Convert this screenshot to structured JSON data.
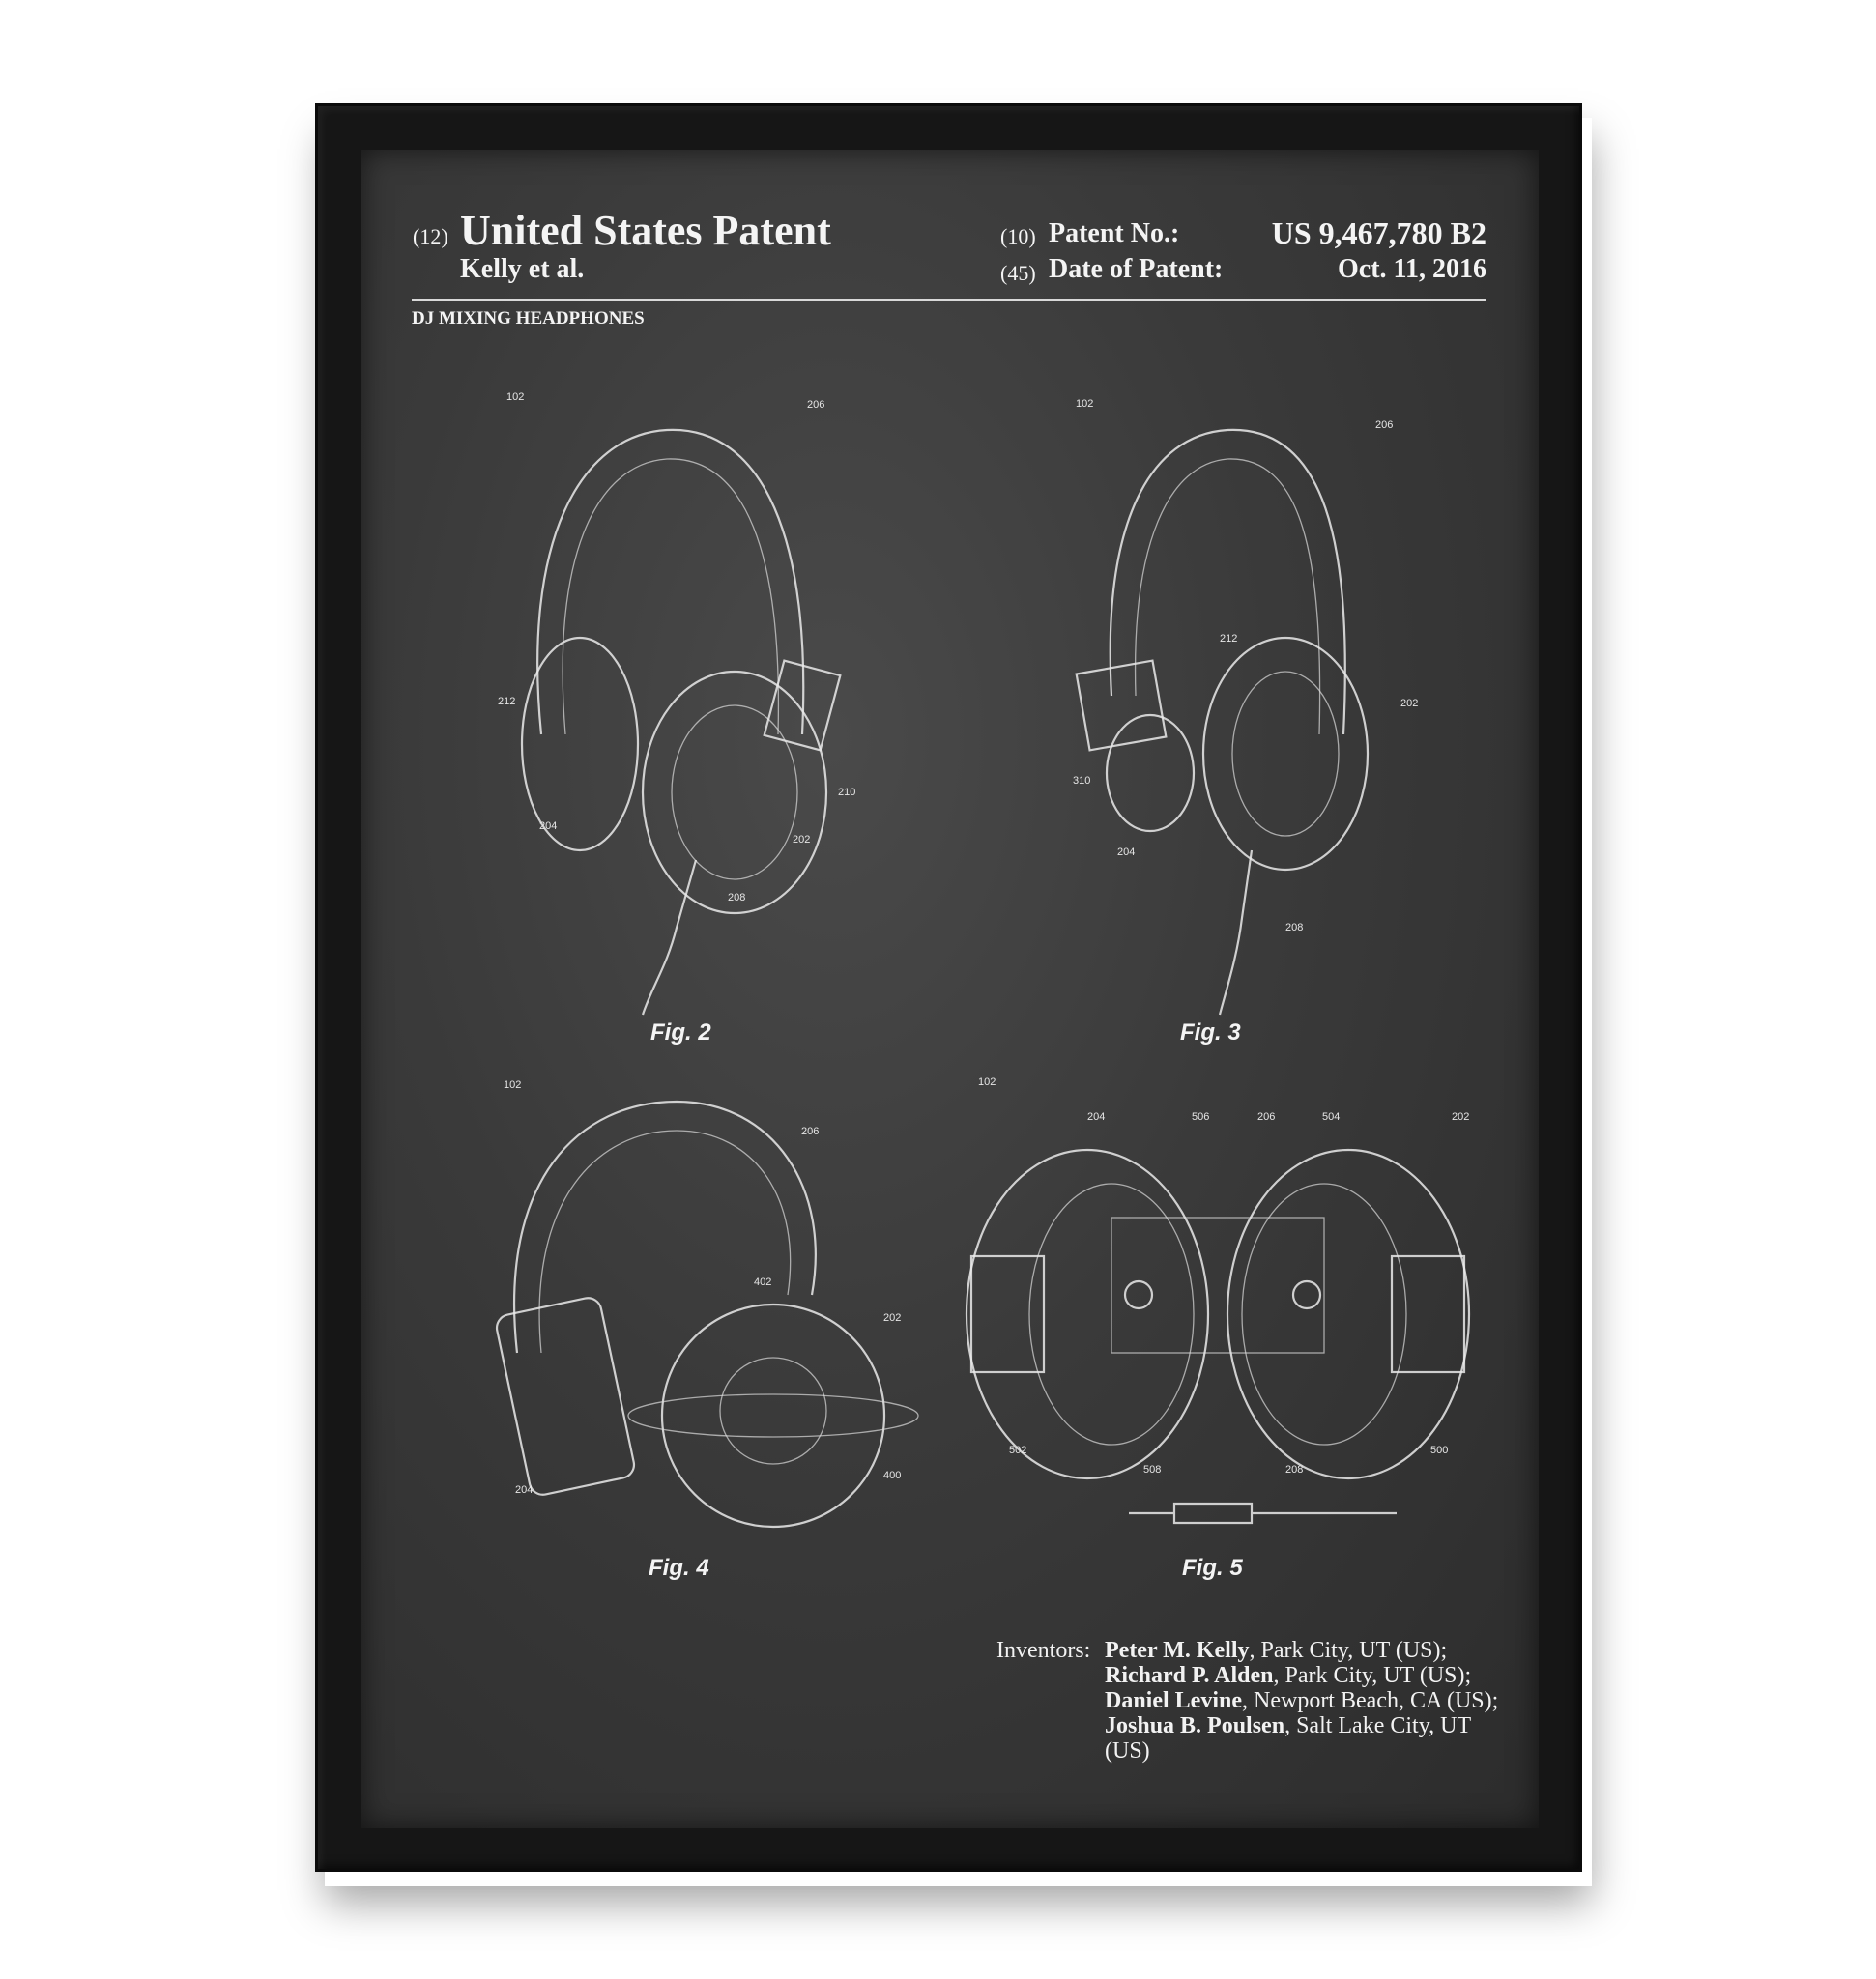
{
  "header": {
    "code_12": "(12)",
    "title": "United States Patent",
    "assignee_line": "Kelly et al.",
    "code_10": "(10)",
    "patent_no_label": "Patent No.:",
    "patent_no": "US 9,467,780 B2",
    "code_45": "(45)",
    "date_label": "Date of Patent:",
    "date": "Oct. 11, 2016",
    "invention_title": "DJ MIXING HEADPHONES"
  },
  "figures": [
    {
      "label": "Fig. 2",
      "refs": [
        "102",
        "206",
        "212",
        "210",
        "204",
        "202",
        "208"
      ]
    },
    {
      "label": "Fig. 3",
      "refs": [
        "102",
        "206",
        "212",
        "202",
        "310",
        "204",
        "208"
      ]
    },
    {
      "label": "Fig. 4",
      "refs": [
        "102",
        "206",
        "402",
        "202",
        "204",
        "400"
      ]
    },
    {
      "label": "Fig. 5",
      "refs": [
        "102",
        "204",
        "506",
        "206",
        "504",
        "202",
        "502",
        "500",
        "508",
        "208"
      ]
    }
  ],
  "inventors": {
    "label": "Inventors:",
    "list": [
      {
        "name": "Peter M. Kelly",
        "place": ", Park City, UT (US);"
      },
      {
        "name": "Richard P. Alden",
        "place": ", Park City, UT (US);"
      },
      {
        "name": "Daniel Levine",
        "place": ", Newport Beach, CA (US);"
      },
      {
        "name": "Joshua B. Poulsen",
        "place": ", Salt Lake City, UT (US)"
      }
    ]
  }
}
